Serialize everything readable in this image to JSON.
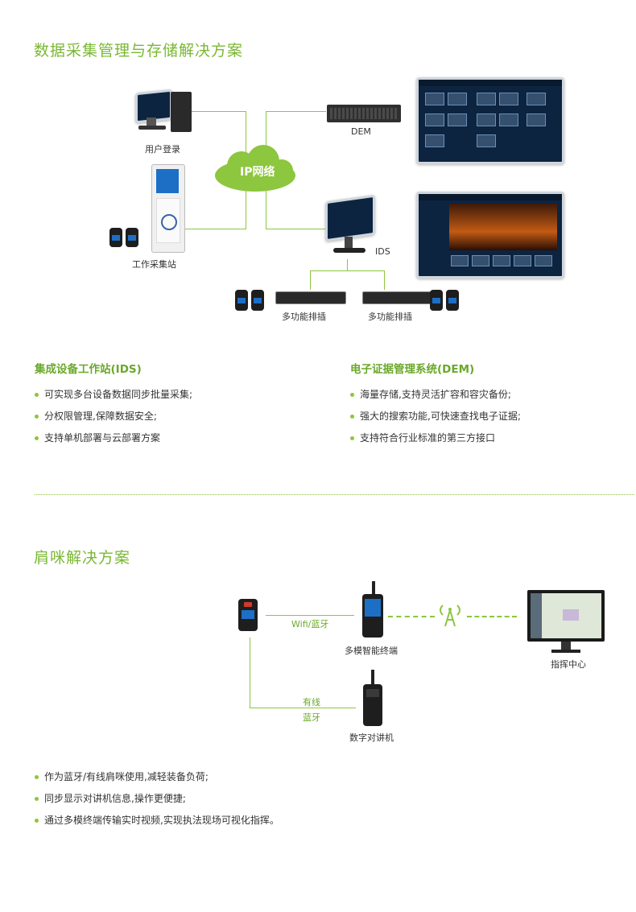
{
  "section1": {
    "title": "数据采集管理与存储解决方案",
    "cloud": "IP网络",
    "labels": {
      "user_login": "用户登录",
      "workstation": "工作采集站",
      "dem": "DEM",
      "ids": "IDS",
      "strip1": "多功能排插",
      "strip2": "多功能排插"
    },
    "ids_heading": "集成设备工作站(IDS)",
    "ids_bullets": [
      "可实现多台设备数据同步批量采集;",
      "分权限管理,保障数据安全;",
      "支持单机部署与云部署方案"
    ],
    "dem_heading": "电子证据管理系统(DEM)",
    "dem_bullets": [
      "海量存储,支持灵活扩容和容灾备份;",
      "强大的搜索功能,可快速查找电子证据;",
      "支持符合行业标准的第三方接口"
    ]
  },
  "section2": {
    "title": "肩咪解决方案",
    "labels": {
      "wifi_bt": "Wifi/蓝牙",
      "multimode": "多模智能终端",
      "command": "指挥中心",
      "wired": "有线",
      "bt": "蓝牙",
      "digital": "数字对讲机"
    },
    "bullets": [
      "作为蓝牙/有线肩咪使用,减轻装备负荷;",
      "同步显示对讲机信息,操作更便捷;",
      "通过多模终端传输实时视频,实现执法现场可视化指挥。"
    ]
  },
  "colors": {
    "accent": "#8dc63f",
    "title": "#7ab833",
    "heading": "#6aa82a",
    "text": "#333333"
  }
}
